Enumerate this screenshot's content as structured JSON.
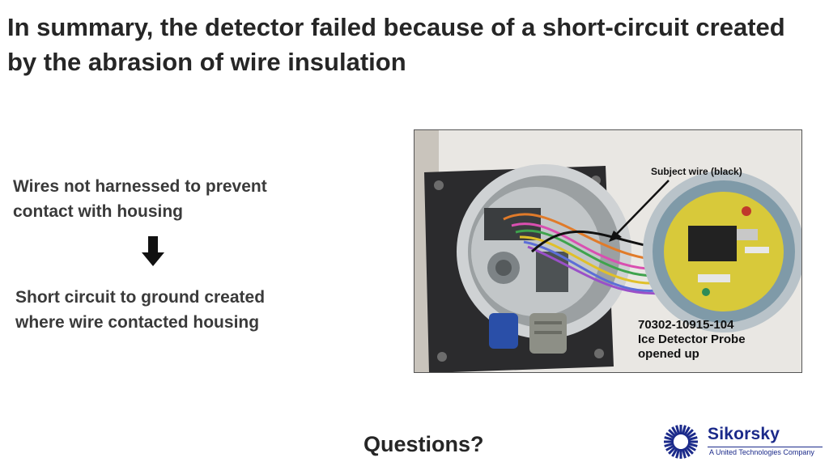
{
  "slide": {
    "title": "In summary, the detector failed because of a short-circuit created by the abrasion of wire insulation",
    "bullets": [
      "Wires not harnessed to prevent contact with housing",
      "Short circuit to ground created where wire contacted housing"
    ],
    "footer_question": "Questions?"
  },
  "photo": {
    "callout_wire": "Subject wire (black)",
    "callout_part_number": "70302-10915-104",
    "callout_part_name": "Ice Detector Probe",
    "callout_state": "opened up"
  },
  "logo": {
    "name": "Sikorsky",
    "tagline": "A United Technologies Company",
    "color": "#1b2a8a"
  },
  "icons": {
    "arrow": "down-arrow-icon",
    "logo_mark": "sikorsky-burst-icon"
  }
}
